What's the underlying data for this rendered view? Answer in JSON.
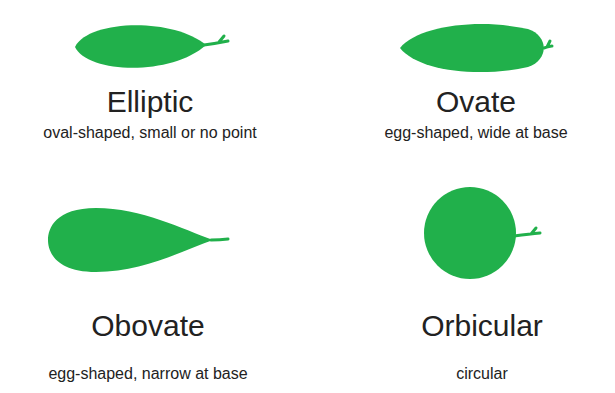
{
  "diagram": {
    "labels": [
      "Elliptic",
      "oval-shaped, small or no point",
      "Ovate",
      "egg-shaped, wide at base",
      "Obovate",
      "egg-shaped, narrow at base",
      "Orbicular",
      "circular"
    ]
  }
}
